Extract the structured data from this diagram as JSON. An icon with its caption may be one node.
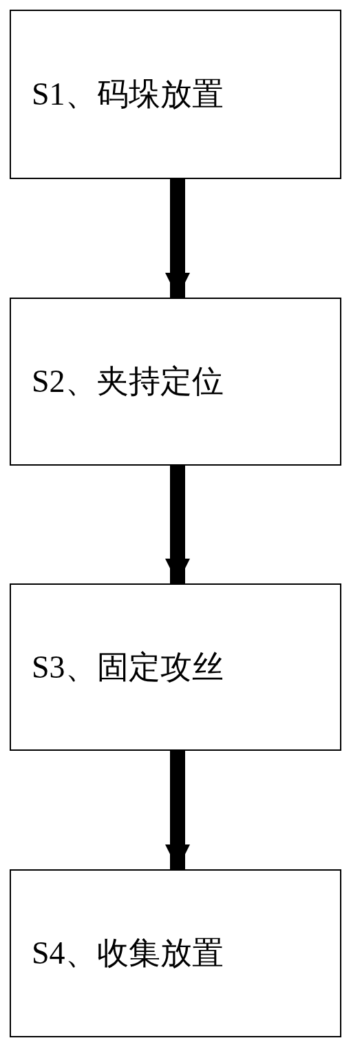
{
  "diagram": {
    "nodes": [
      {
        "text": [
          "S1、码垛放置"
        ]
      },
      {
        "text": [
          "S2、夹持定位"
        ]
      },
      {
        "text": [
          "S3、固定攻丝"
        ]
      },
      {
        "text": [
          "S4、收集放置"
        ]
      }
    ],
    "edges": [
      {
        "from": 0,
        "to": 1,
        "arrow": "to"
      },
      {
        "from": 1,
        "to": 2,
        "arrow": "to"
      },
      {
        "from": 2,
        "to": 3,
        "arrow": "to"
      }
    ]
  }
}
